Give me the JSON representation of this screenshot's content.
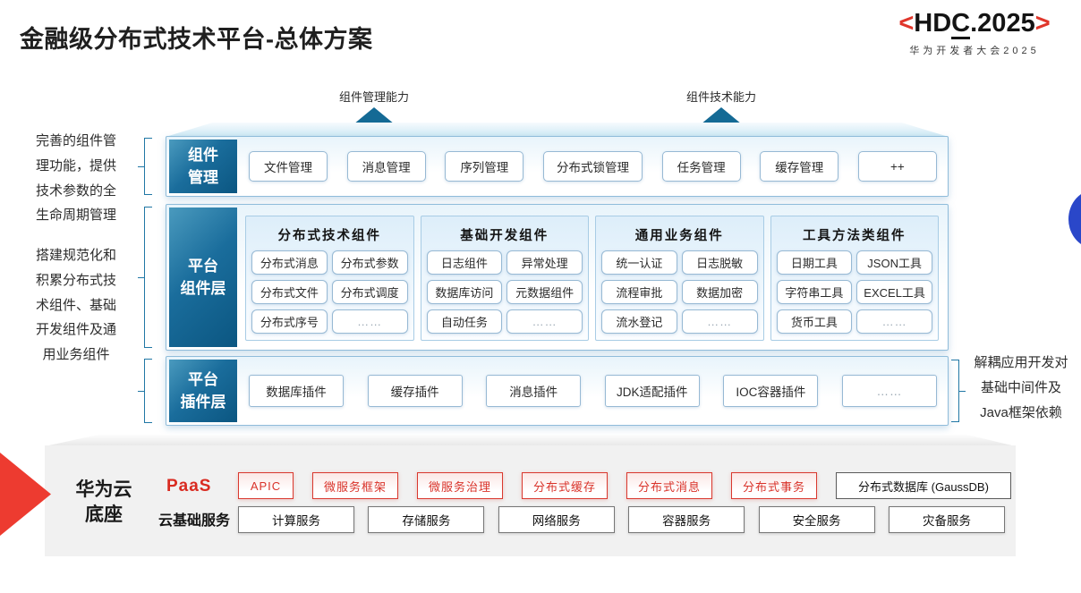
{
  "title": "金融级分布式技术平台-总体方案",
  "logo": {
    "left_bracket": "<",
    "p1": "HD",
    "p2": "C",
    "p3": ".2025",
    "right_bracket": ">",
    "sub": "华为开发者大会2025"
  },
  "arrows": {
    "left": {
      "label": "组件管理能力"
    },
    "right": {
      "label": "组件技术能力"
    }
  },
  "annotations": {
    "left_top": "完善的组件管\n理功能，提供\n技术参数的全\n生命周期管理",
    "left_bottom": "搭建规范化和\n积累分布式技\n术组件、基础\n开发组件及通\n用业务组件",
    "right": "解耦应用开发对\n基础中间件及\nJava框架依赖"
  },
  "layers": {
    "component_mgmt": {
      "label": "组件\n管理",
      "items": [
        "文件管理",
        "消息管理",
        "序列管理",
        "分布式锁管理",
        "任务管理",
        "缓存管理",
        "++"
      ]
    },
    "platform_components": {
      "label": "平台\n组件层",
      "groups": [
        {
          "title": "分布式技术组件",
          "items": [
            "分布式消息",
            "分布式参数",
            "分布式文件",
            "分布式调度",
            "分布式序号",
            "……"
          ]
        },
        {
          "title": "基础开发组件",
          "items": [
            "日志组件",
            "异常处理",
            "数据库访问",
            "元数据组件",
            "自动任务",
            "……"
          ]
        },
        {
          "title": "通用业务组件",
          "items": [
            "统一认证",
            "日志脱敏",
            "流程审批",
            "数据加密",
            "流水登记",
            "……"
          ]
        },
        {
          "title": "工具方法类组件",
          "items": [
            "日期工具",
            "JSON工具",
            "字符串工具",
            "EXCEL工具",
            "货币工具",
            "……"
          ]
        }
      ]
    },
    "platform_plugins": {
      "label": "平台\n插件层",
      "items": [
        "数据库插件",
        "缓存插件",
        "消息插件",
        "JDK适配插件",
        "IOC容器插件",
        "……"
      ]
    }
  },
  "foundation": {
    "label": "华为云\n底座",
    "paas": {
      "label": "PaaS",
      "items": [
        "APIC",
        "微服务框架",
        "微服务治理",
        "分布式缓存",
        "分布式消息",
        "分布式事务"
      ],
      "db_item": "分布式数据库 (GaussDB)"
    },
    "iaas": {
      "label": "云基础服务",
      "items": [
        "计算服务",
        "存储服务",
        "网络服务",
        "容器服务",
        "安全服务",
        "灾备服务"
      ]
    }
  },
  "colors": {
    "accent_teal": "#146a95",
    "label_gradient_dark": "#0b5681",
    "brand_red": "#d9332a",
    "arrow_red": "#ed3b30",
    "circle_blue": "#2a47c9"
  }
}
